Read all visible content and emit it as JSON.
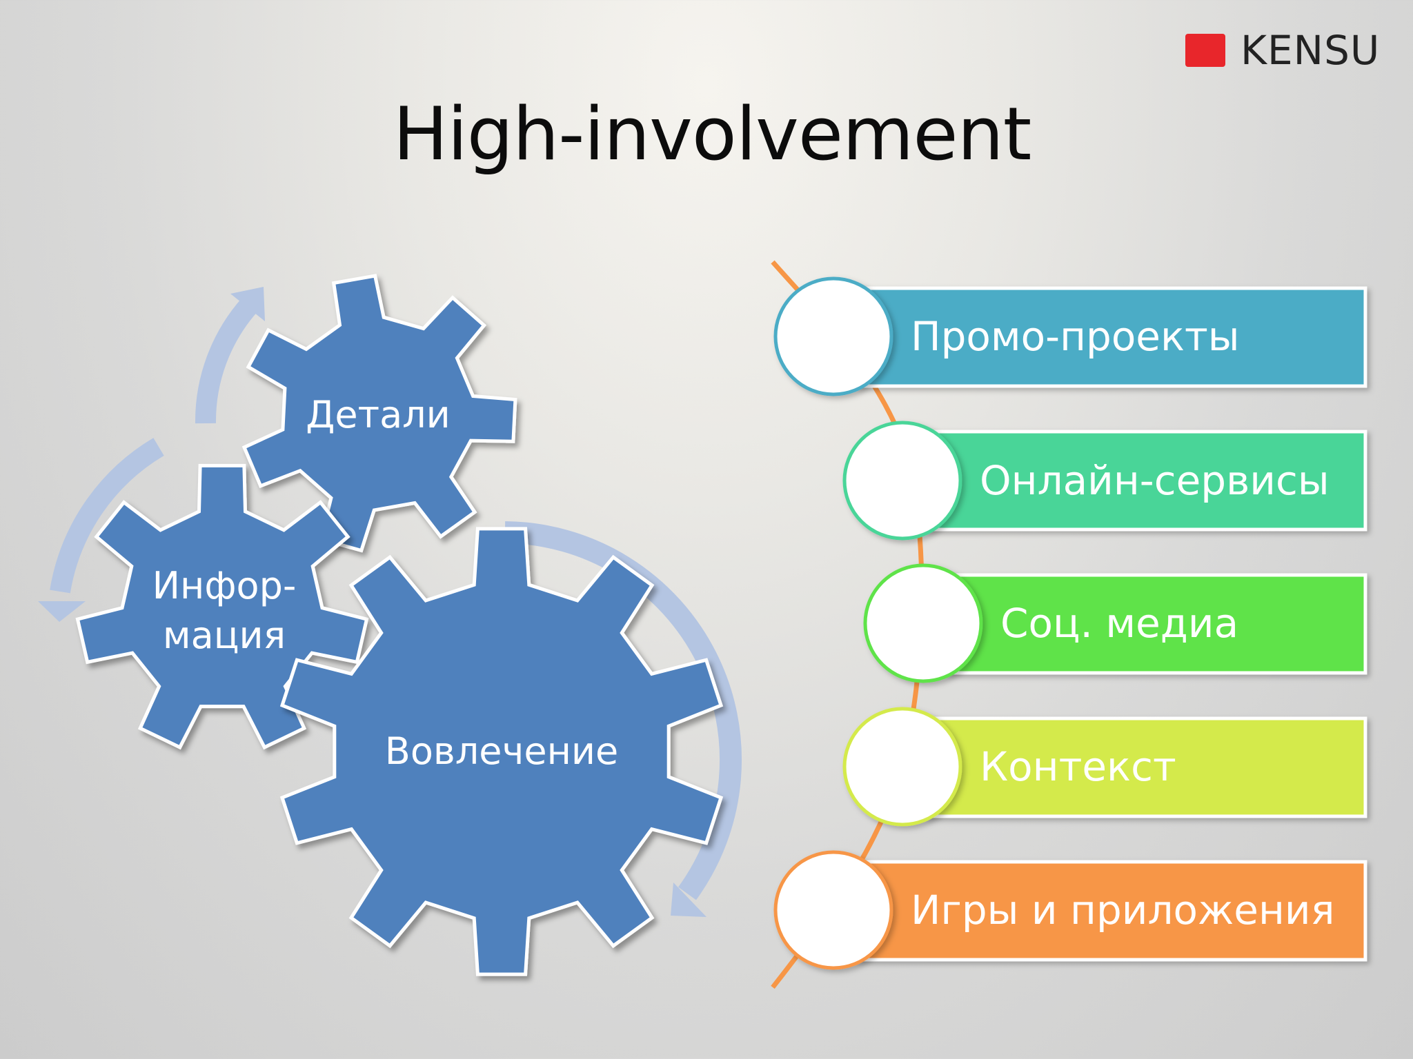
{
  "brand": {
    "name": "KENSU",
    "accent": "#e8262b"
  },
  "title": "High-involvement",
  "gears": {
    "details": "Детали",
    "info_line1": "Инфор-",
    "info_line2": "мация",
    "involvement": "Вовлечение",
    "color": "#4f81bd"
  },
  "list": {
    "items": [
      {
        "label": "Промо-проекты",
        "color": "#4bacc6"
      },
      {
        "label": "Онлайн-сервисы",
        "color": "#49d598"
      },
      {
        "label": "Соц. медиа",
        "color": "#5ee34a"
      },
      {
        "label": "Контекст",
        "color": "#d4ea4c"
      },
      {
        "label": "Игры и приложения",
        "color": "#f79646"
      }
    ]
  }
}
